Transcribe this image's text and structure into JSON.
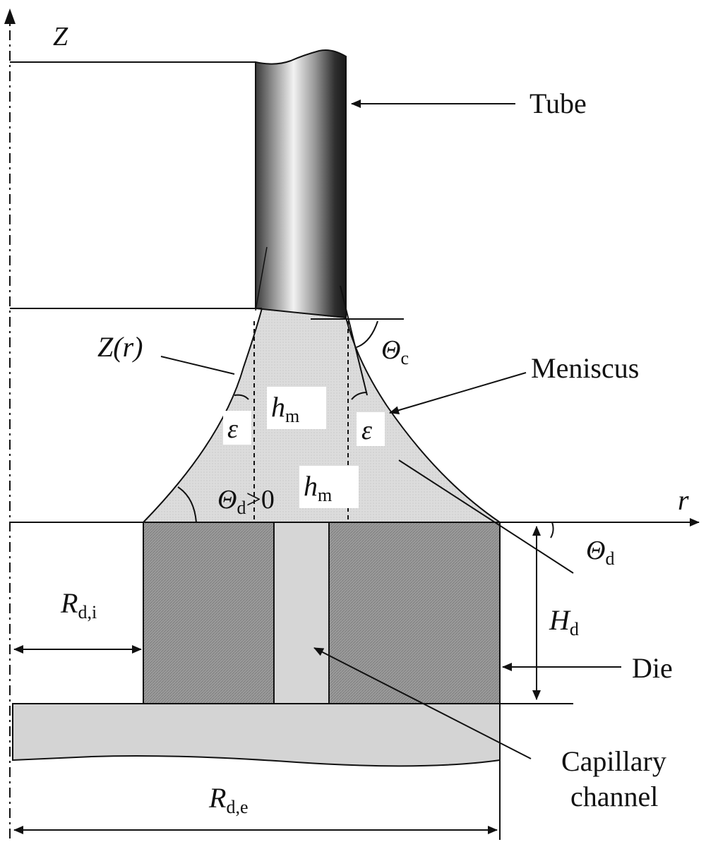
{
  "labels": {
    "tube": "Tube",
    "meniscus": "Meniscus",
    "die": "Die",
    "capillary_line1": "Capillary",
    "capillary_line2": "channel",
    "z_axis": "Z",
    "r_axis": "r",
    "z_of_r": "Z(r)",
    "theta_c_sym": "Θ",
    "theta_c_sub": "c",
    "theta_d_sym": "Θ",
    "theta_d_sub": "d",
    "theta_d_pos_sym": "Θ",
    "theta_d_pos_sub": "d",
    "theta_d_pos_rest": ">0",
    "epsilon_left": "ε",
    "epsilon_right": "ε",
    "hm_upper_sym": "h",
    "hm_upper_sub": "m",
    "hm_lower_sym": "h",
    "hm_lower_sub": "m",
    "hd_sym": "H",
    "hd_sub": "d",
    "rdi_sym": "R",
    "rdi_sub": "d,i",
    "rde_sym": "R",
    "rde_sub": "d,e"
  },
  "colors": {
    "tube_dark": "#2a2a2a",
    "tube_light": "#e8e8e8",
    "meniscus_fill": "#d9d9d9",
    "die_fill": "#9a9a9a",
    "channel_fill": "#d4d4d4",
    "base_fill": "#d4d4d4",
    "line": "#111111"
  }
}
